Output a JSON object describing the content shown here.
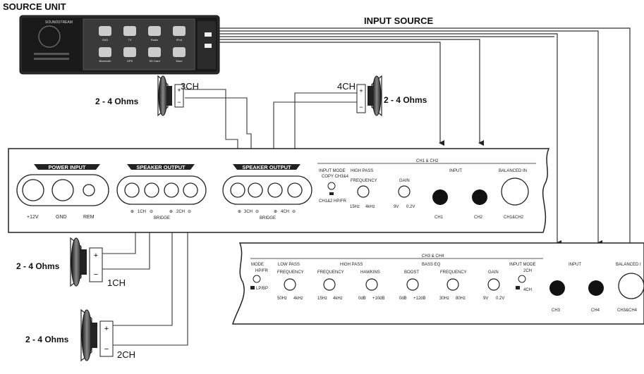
{
  "labels": {
    "source_unit": "SOURCE UNIT",
    "input_source": "INPUT SOURCE",
    "ohms": "2 - 4 Ohms"
  },
  "speakers": {
    "top_left": "3CH",
    "top_right": "4CH",
    "bottom_1": "1CH",
    "bottom_2": "2CH",
    "plus": "+",
    "minus": "−"
  },
  "head_unit": {
    "brand": "SOUNDSTREAM",
    "apps_row1": [
      "DVD",
      "TV",
      "Radio",
      "iPod"
    ],
    "apps_row2": [
      "Bluetooth",
      "GPS",
      "SD Card",
      "More"
    ]
  },
  "amp1": {
    "power_input": "POWER INPUT",
    "power_terms": [
      "+12V",
      "GND",
      "REM"
    ],
    "speaker_output_a": "SPEAKER OUTPUT",
    "speaker_output_b": "SPEAKER OUTPUT",
    "ch_a": [
      "1CH",
      "2CH"
    ],
    "ch_b": [
      "3CH",
      "4CH"
    ],
    "bridge": "BRIDGE",
    "section_title": "CH1 & CH2",
    "input_mode": "INPUT MODE",
    "copy": "COPY CH3&4",
    "mode_val": "CH1&2 HP/FR",
    "high_pass": "HIGH PASS",
    "frequency": "FREQUENCY",
    "freq_range": [
      "15Hz",
      "4kHz"
    ],
    "gain": "GAIN",
    "gain_range": [
      "9V",
      "0.2V"
    ],
    "input": "INPUT",
    "balanced_in": "BALANCED IN",
    "inputs": [
      "CH1",
      "CH2",
      "CH1&CH2"
    ]
  },
  "amp2": {
    "section_title": "CH3 & CH4",
    "mode": "MODE",
    "mode_hp": "HP/FR",
    "mode_lp": "LP/BP",
    "low_pass": "LOW PASS",
    "high_pass": "HIGH PASS",
    "bass_eq": "BASS EQ",
    "frequency": "FREQUENCY",
    "hawkins": "HAWKINS",
    "boost": "BOOST",
    "gain": "GAIN",
    "input_mode": "INPUT MODE",
    "mode_2ch": "2CH",
    "mode_4ch": "4CH",
    "input": "INPUT",
    "balanced": "BALANCED I",
    "lp_range": [
      "50Hz",
      "4kHz"
    ],
    "hp_range": [
      "15Hz",
      "4kHz"
    ],
    "hawk_range": [
      "0dB",
      "+10dB"
    ],
    "boost_range": [
      "0dB",
      "+12dB"
    ],
    "beq_range": [
      "30Hz",
      "80Hz"
    ],
    "gain_range": [
      "9V",
      "0.2V"
    ],
    "inputs": [
      "CH3",
      "CH4",
      "CH3&CH4"
    ]
  }
}
